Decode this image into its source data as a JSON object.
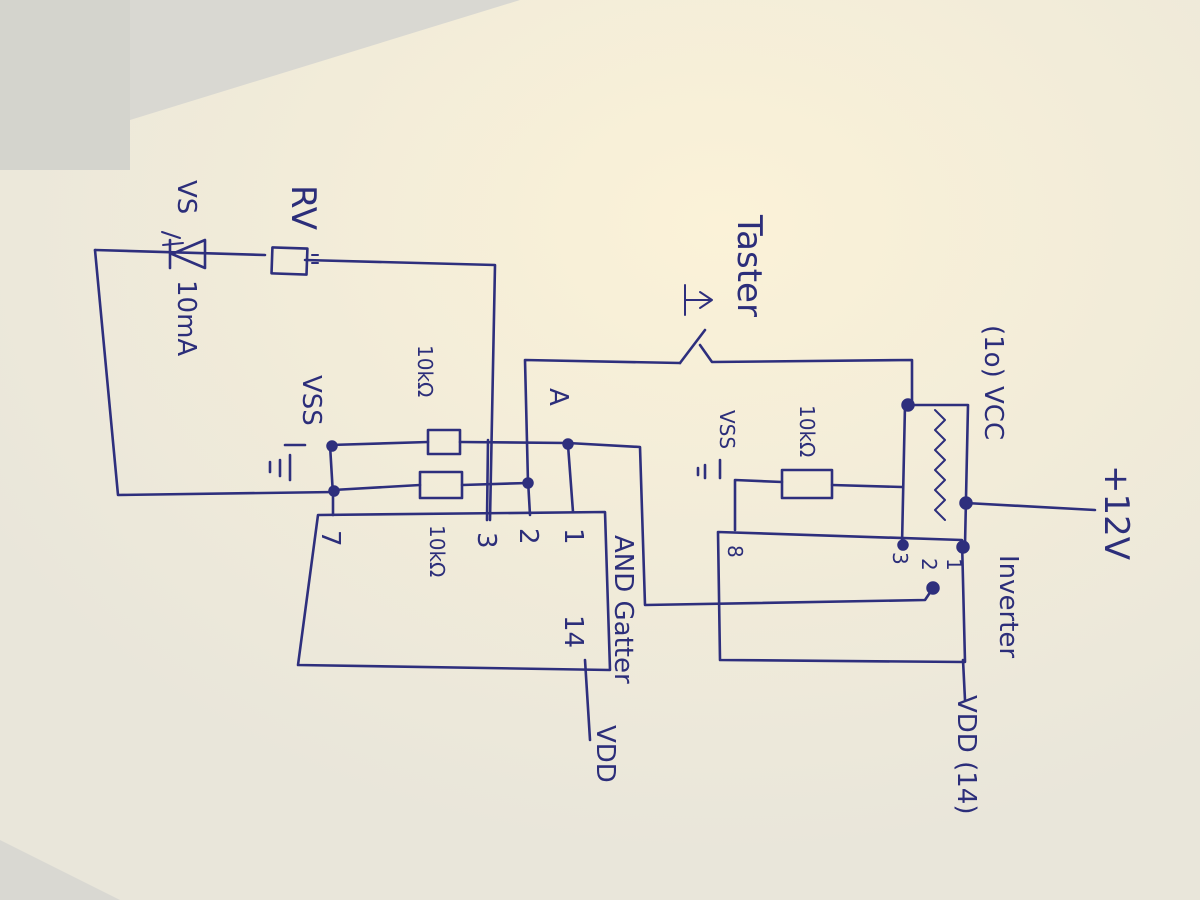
{
  "labels": {
    "taster": "Taster",
    "vcc_pin": "(1o) VCC",
    "plus_12v": "+12V",
    "inverter": "Inverter",
    "vdd_inv": "VDD (14)",
    "and_gatter": "AND Gatter",
    "vdd_and": "VDD",
    "rv": "RV",
    "led_label": "VS",
    "led_current": "10mA",
    "vss_left": "VSS",
    "vss_right": "VSS",
    "r_and_top": "10kΩ",
    "r_and_bottom": "10kΩ",
    "r_inv": "10kΩ",
    "a_label": "A",
    "and_pin_1": "1",
    "and_pin_2": "2",
    "and_pin_3": "3",
    "and_pin_7": "7",
    "and_pin_14": "14",
    "inv_pin_1": "1",
    "inv_pin_2": "2",
    "inv_pin_3": "3",
    "inv_pin_8": "8"
  },
  "colors": {
    "paper": "#efebdc",
    "ink": "#2e2f7d",
    "background": "#d9d8d2"
  }
}
